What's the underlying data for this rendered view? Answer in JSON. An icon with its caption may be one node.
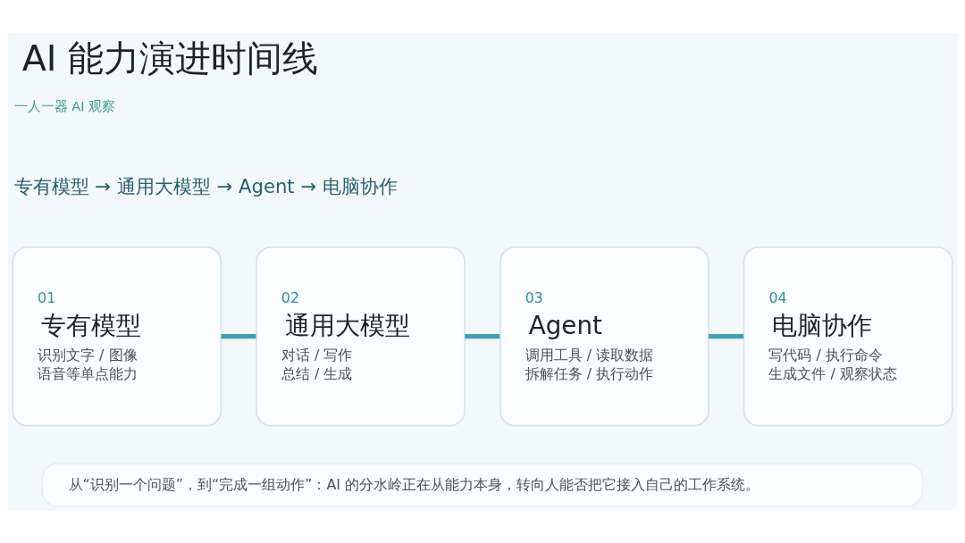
{
  "diagram": {
    "title": "AI 能力演进时间线",
    "nodes": [
      {
        "text": [
          "01",
          "专有模型",
          "识别文字 / 图像",
          "语音等单点能力"
        ]
      },
      {
        "text": [
          "02",
          "通用大模型",
          "对话 / 写作",
          "总结 / 生成"
        ]
      },
      {
        "text": [
          "03",
          "Agent",
          "调用工具 / 读取数据",
          "拆解任务 / 执行动作"
        ]
      },
      {
        "text": [
          "04",
          "电脑协作",
          "写代码 / 执行命令",
          "生成文件 / 观察状态"
        ]
      },
      {
        "text": [
          "从“识别一个问题”，到“完成一组动作”：AI 的分水岭正在从能力本身，转向人能否把它接入自己的工作系统。"
        ]
      }
    ],
    "edges": [
      {
        "from": 0,
        "to": 1,
        "arrow": "none"
      },
      {
        "from": 1,
        "to": 2,
        "arrow": "none"
      },
      {
        "from": 2,
        "to": 3,
        "arrow": "none"
      }
    ],
    "labels": [
      "一人一器 AI 观察",
      "专有模型 → 通用大模型 → Agent → 电脑协作"
    ]
  }
}
